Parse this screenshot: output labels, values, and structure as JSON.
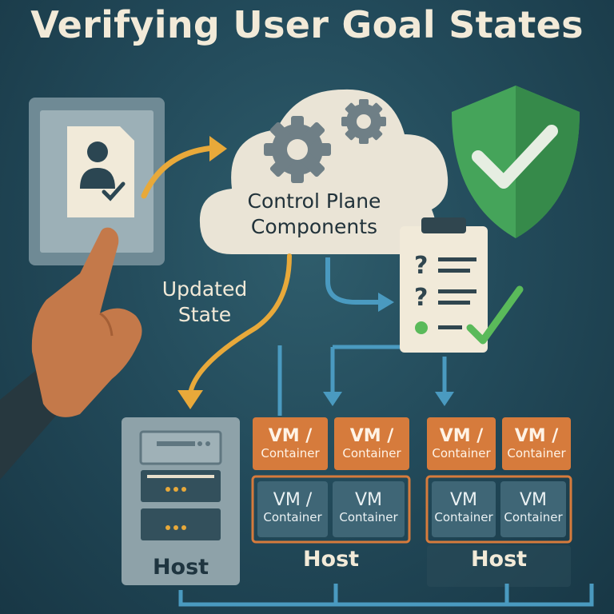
{
  "title": "Verifying User Goal States",
  "cloud": {
    "label_line1": "Control Plane",
    "label_line2": "Components"
  },
  "arrow_label": {
    "line1": "Updated",
    "line2": "State"
  },
  "hosts": [
    {
      "label": "Host"
    },
    {
      "label": "Host",
      "vms": [
        {
          "line1": "VM /",
          "line2": "Container",
          "style": "orange"
        },
        {
          "line1": "VM /",
          "line2": "Container",
          "style": "orange"
        },
        {
          "line1": "VM /",
          "line2": "Container",
          "style": "dark"
        },
        {
          "line1": "VM",
          "line2": "Container",
          "style": "dark"
        }
      ]
    },
    {
      "label": "Host",
      "vms": [
        {
          "line1": "VM /",
          "line2": "Container",
          "style": "orange"
        },
        {
          "line1": "VM /",
          "line2": "Container",
          "style": "orange"
        },
        {
          "line1": "VM",
          "line2": "Container",
          "style": "dark"
        },
        {
          "line1": "VM",
          "line2": "Container",
          "style": "dark"
        }
      ]
    }
  ],
  "colors": {
    "background": "#234b5b",
    "title_text": "#f2ead8",
    "accent_orange": "#e8a93a",
    "vm_orange": "#d67b3c",
    "flow_blue": "#4a9ac0",
    "shield_green": "#45a45a",
    "check_green": "#5aba5a"
  },
  "icons": [
    "tablet-icon",
    "user-document-icon",
    "hand-pointer-icon",
    "cloud-icon",
    "gear-icon",
    "shield-check-icon",
    "clipboard-checklist-icon",
    "server-rack-icon"
  ]
}
